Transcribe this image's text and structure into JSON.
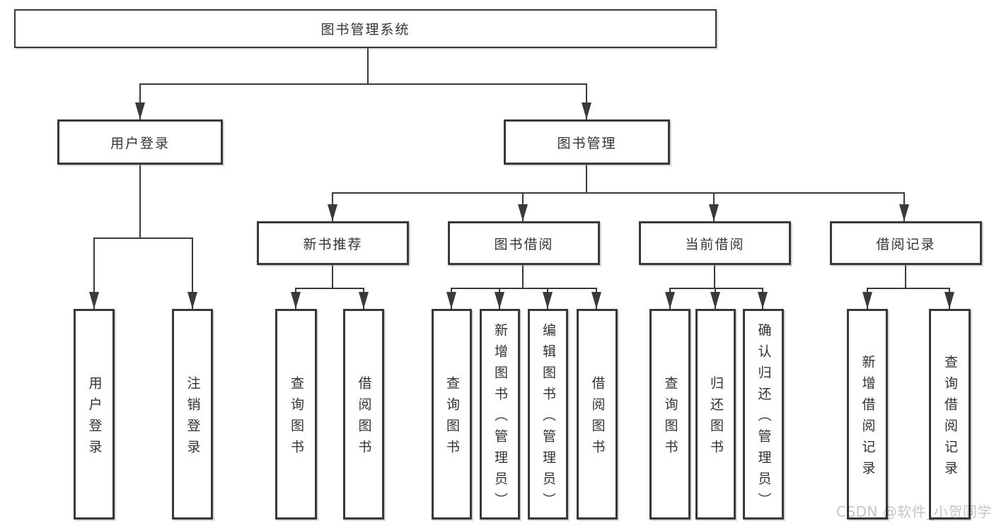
{
  "diagram": {
    "tree": {
      "root": {
        "label": "图书管理系统",
        "children": [
          {
            "label": "用户登录",
            "children": [
              {
                "label": "用户登录"
              },
              {
                "label": "注销登录"
              }
            ]
          },
          {
            "label": "图书管理",
            "children": [
              {
                "label": "新书推荐",
                "children": [
                  {
                    "label": "查询图书"
                  },
                  {
                    "label": "借阅图书"
                  }
                ]
              },
              {
                "label": "图书借阅",
                "children": [
                  {
                    "label": "查询图书"
                  },
                  {
                    "label": "新增图书（管理员）"
                  },
                  {
                    "label": "编辑图书（管理员）"
                  },
                  {
                    "label": "借阅图书"
                  }
                ]
              },
              {
                "label": "当前借阅",
                "children": [
                  {
                    "label": "查询图书"
                  },
                  {
                    "label": "归还图书"
                  },
                  {
                    "label": "确认归还（管理员）"
                  }
                ]
              },
              {
                "label": "借阅记录",
                "children": [
                  {
                    "label": "新增借阅记录"
                  },
                  {
                    "label": "查询借阅记录"
                  }
                ]
              }
            ]
          }
        ]
      }
    },
    "watermark": "CSDN @软件_小贺同学",
    "colors": {
      "line": "#3a3a3a",
      "box_border": "#383838",
      "text": "#333333",
      "watermark": "#c6c6c6",
      "background": "#ffffff"
    }
  }
}
